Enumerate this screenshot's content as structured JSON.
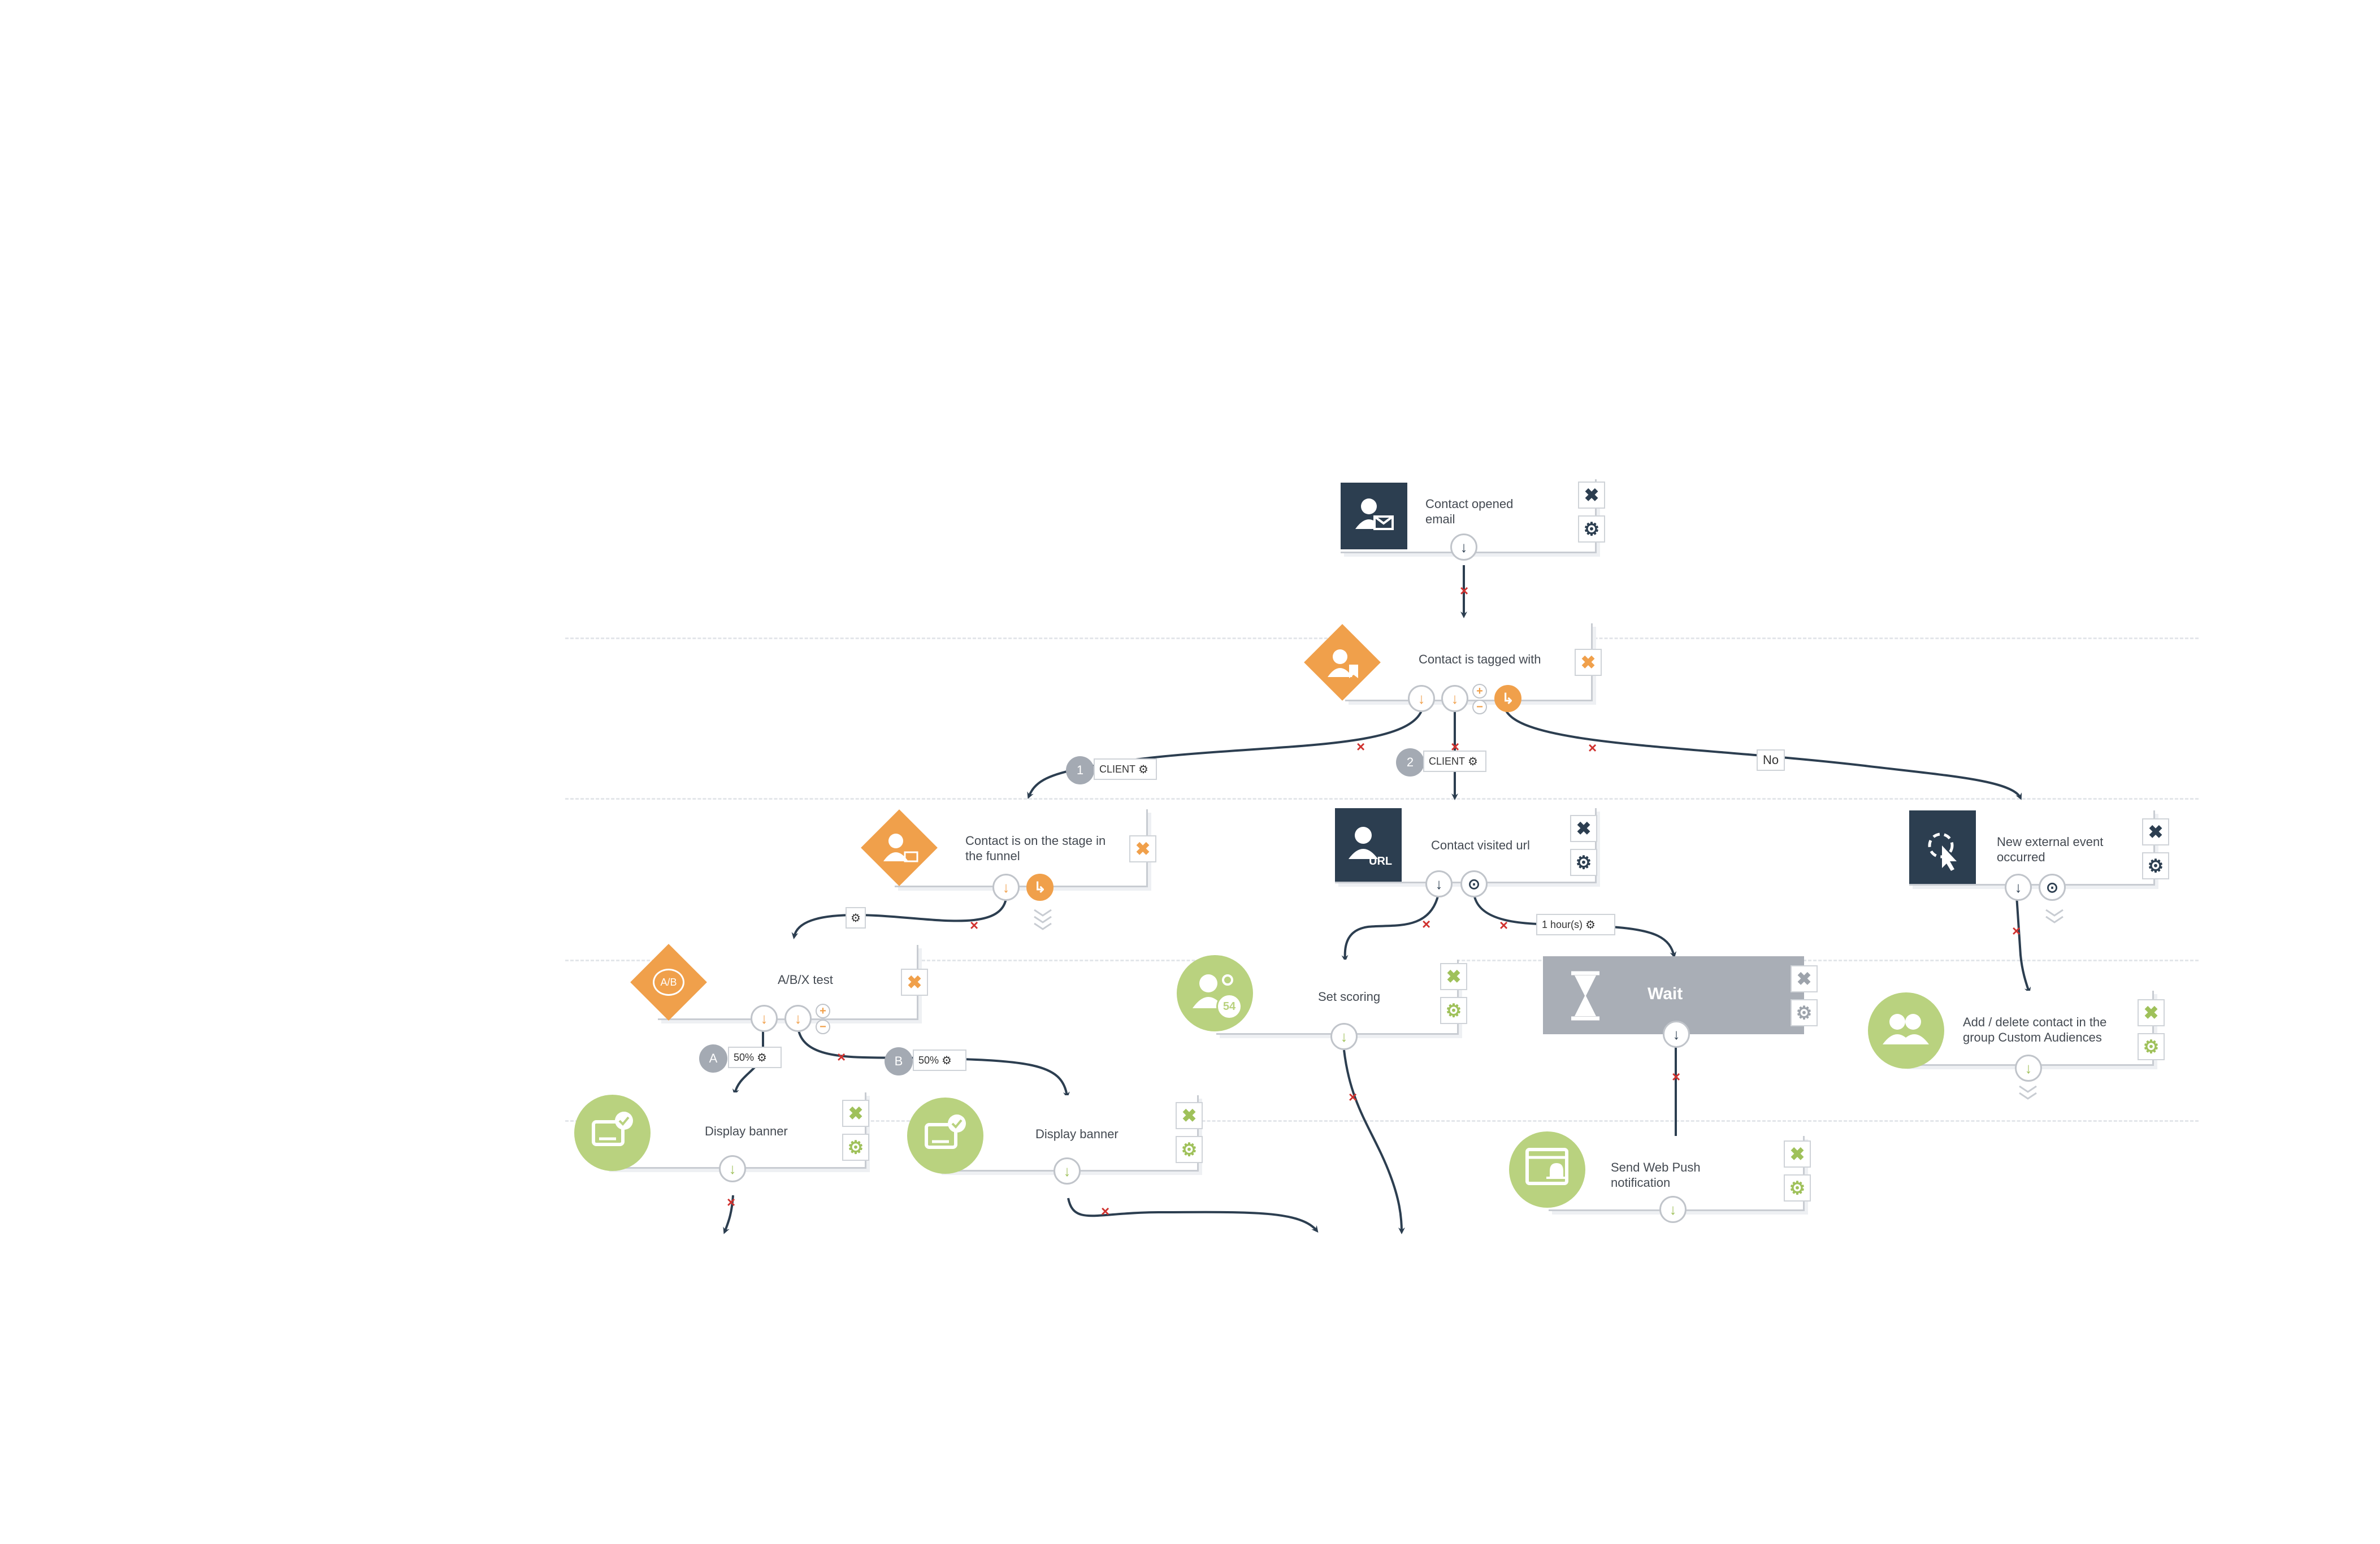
{
  "nodes": {
    "opened_email": {
      "label": "Contact opened email"
    },
    "tagged_with": {
      "label": "Contact is tagged with"
    },
    "stage_funnel": {
      "label": "Contact is on the stage in the funnel"
    },
    "visited_url": {
      "label": "Contact visited url"
    },
    "external_event": {
      "label": "New external event occurred"
    },
    "abx_test": {
      "label": "A/B/X test",
      "icon_text": "A/B"
    },
    "set_scoring": {
      "label": "Set scoring",
      "icon_value": "54"
    },
    "wait": {
      "label": "Wait"
    },
    "custom_audiences": {
      "label": "Add / delete contact in the group Custom Audiences"
    },
    "display_banner_a": {
      "label": "Display banner"
    },
    "display_banner_b": {
      "label": "Display banner"
    },
    "web_push": {
      "label": "Send Web Push notification"
    }
  },
  "edge_tags": {
    "client_1": {
      "number": "1",
      "text": "CLIENT"
    },
    "client_2": {
      "number": "2",
      "text": "CLIENT"
    },
    "no": {
      "text": "No"
    },
    "wait_time": {
      "text": "1 hour(s)"
    },
    "split_a": {
      "letter": "A",
      "percent": "50%"
    },
    "split_b": {
      "letter": "B",
      "percent": "50%"
    }
  },
  "icons": {
    "close": "✖",
    "settings": "⚙",
    "down_arrow": "↓",
    "clock": "⊙",
    "plus": "+",
    "minus": "−",
    "error_x": "×"
  },
  "colors": {
    "navy": "#2c3e50",
    "orange": "#f0a04b",
    "green": "#b9d27f",
    "grey": "#a9aeb6",
    "edge": "#2c3e50",
    "error": "#d0322f"
  }
}
